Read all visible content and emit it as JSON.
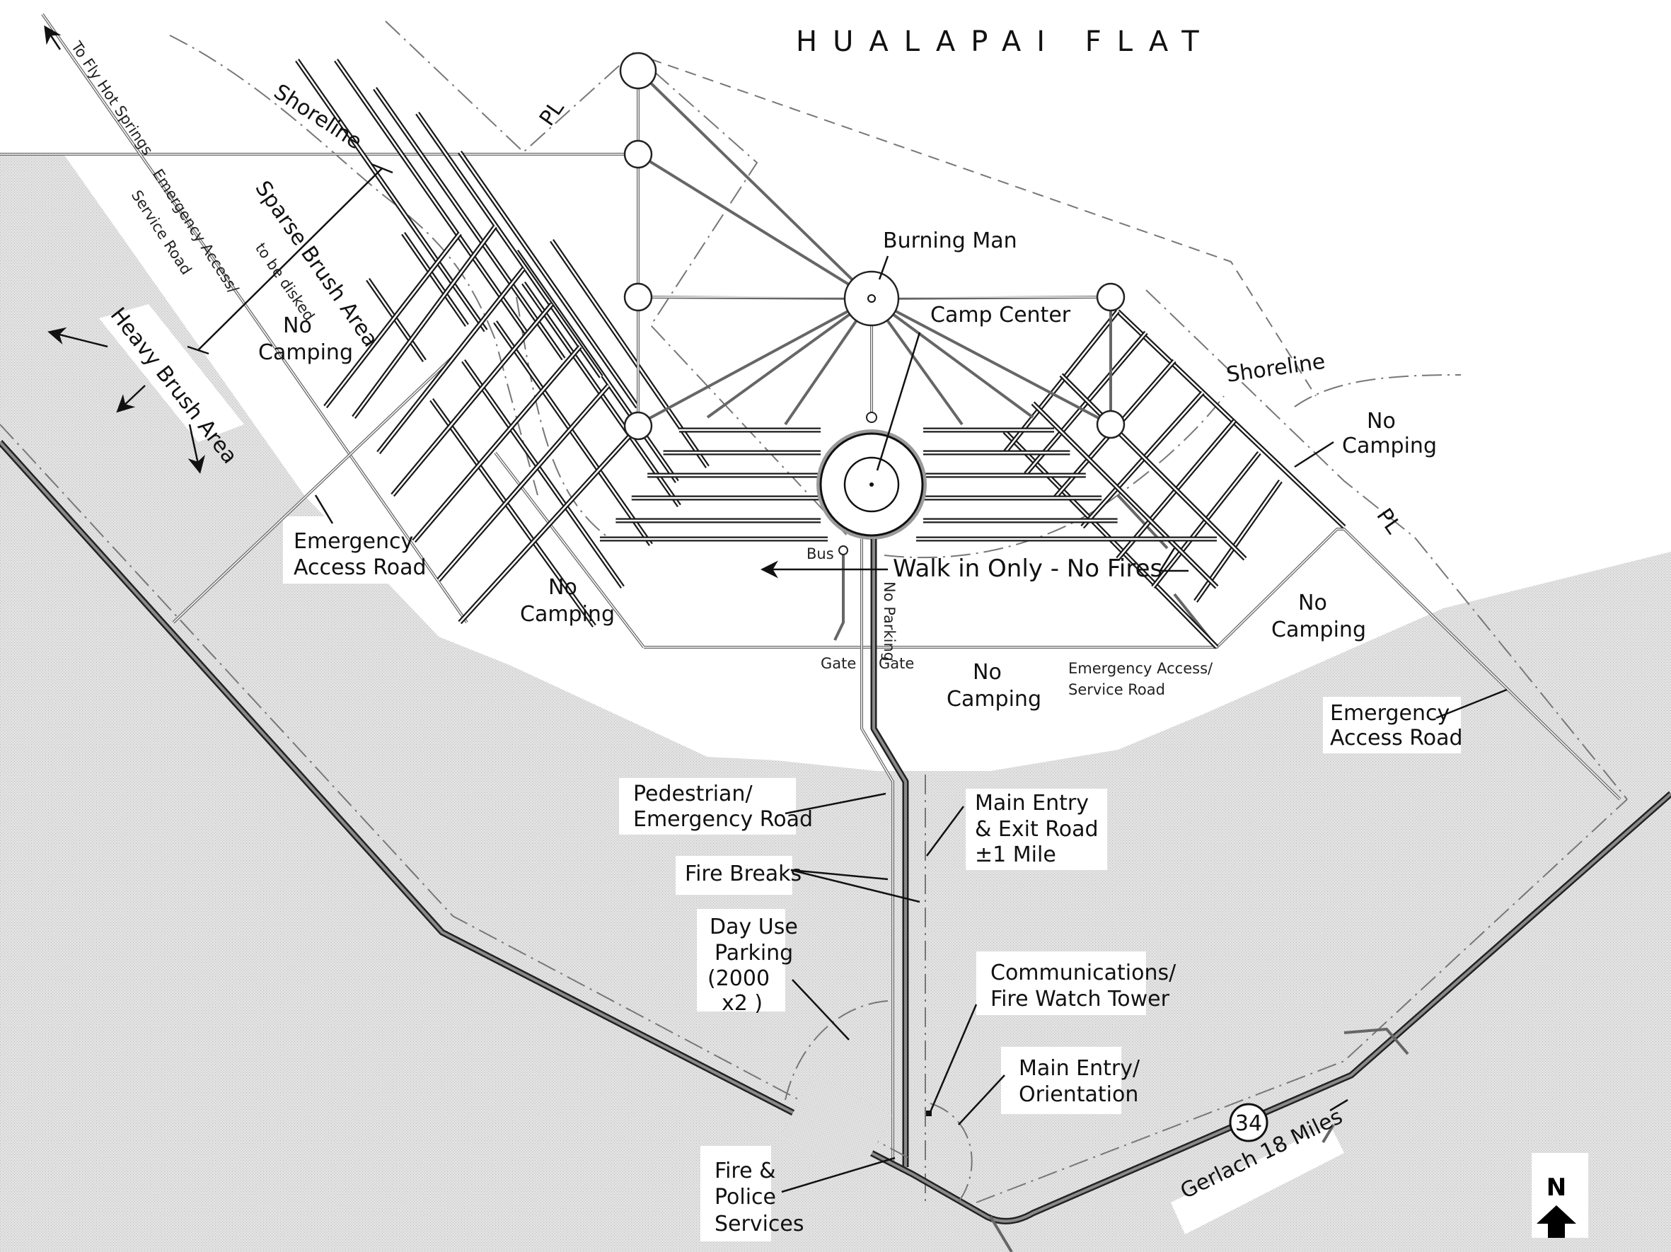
{
  "title": "HUALAPAI FLAT",
  "colors": {
    "brush_fill": "#dcdcdc",
    "clear_fill": "#ffffff",
    "ink": "#111111",
    "road_core": "#8a8a8a"
  },
  "labels": {
    "to_fly_hot_springs": "To Fly Hot Springs",
    "shoreline_nw": "Shoreline",
    "pl_north": "PL",
    "emergency_access_service_road_west_1": "Emergency Access/",
    "emergency_access_service_road_west_2": "Service Road",
    "sparse_brush_1": "Sparse Brush Area",
    "sparse_brush_2": "to be disked",
    "no_camping_west_1": "No",
    "no_camping_west_2": "Camping",
    "heavy_brush": "Heavy Brush Area",
    "emergency_access_road_west_1": "Emergency",
    "emergency_access_road_west_2": "Access Road",
    "burning_man": "Burning Man",
    "camp_center": "Camp Center",
    "shoreline_east": "Shoreline",
    "no_camping_ne_1": "No",
    "no_camping_ne_2": "Camping",
    "pl_east": "PL",
    "bus": "Bus",
    "walk_in_only": "Walk in Only - No Fires",
    "no_parking": "No Parking",
    "no_camping_sw_1": "No",
    "no_camping_sw_2": "Camping",
    "no_camping_se_1": "No",
    "no_camping_se_2": "Camping",
    "gate_left": "Gate",
    "gate_right": "Gate",
    "no_camping_south_1": "No",
    "no_camping_south_2": "Camping",
    "emergency_access_service_road_south_1": "Emergency Access/",
    "emergency_access_service_road_south_2": "Service Road",
    "emergency_access_road_east_1": "Emergency",
    "emergency_access_road_east_2": "Access Road",
    "pedestrian_road_1": "Pedestrian/",
    "pedestrian_road_2": "Emergency Road",
    "main_entry_exit_1": "Main Entry",
    "main_entry_exit_2": "& Exit Road",
    "main_entry_exit_3": "±1 Mile",
    "fire_breaks": "Fire Breaks",
    "day_use_1": "Day Use",
    "day_use_2": "Parking",
    "day_use_3": "(2000",
    "day_use_4": "x2 )",
    "comm_tower_1": "Communications/",
    "comm_tower_2": "Fire Watch Tower",
    "main_entry_orientation_1": "Main Entry/",
    "main_entry_orientation_2": "Orientation",
    "fire_police_1": "Fire &",
    "fire_police_2": "Police",
    "fire_police_3": "Services",
    "route_shield": "34",
    "gerlach": "Gerlach 18 Miles",
    "north": "N"
  },
  "icons": {
    "north_arrow": "north-arrow-icon",
    "route_shield": "highway-shield-icon",
    "direction_arrows": "arrow-icon"
  }
}
